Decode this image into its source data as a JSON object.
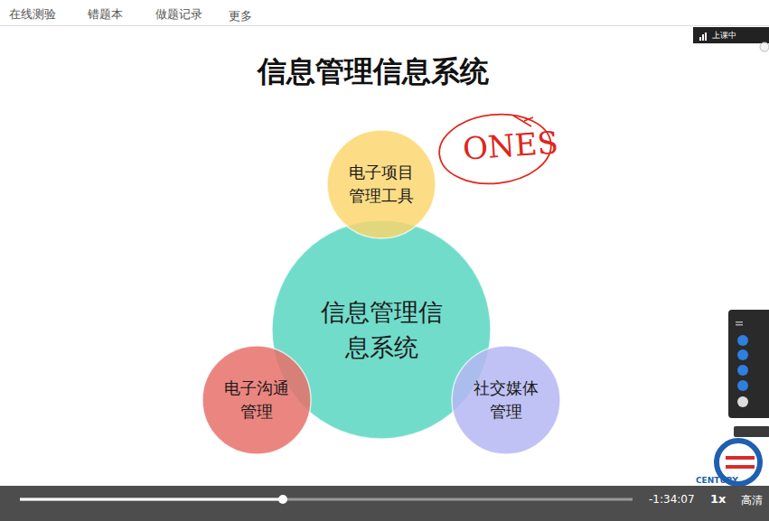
{
  "diagram": {
    "title": "信息管理信息系统",
    "nodes": [
      {
        "text": [
          "电子项目 管理工具"
        ]
      },
      {
        "text": [
          "信息管理信息系统"
        ]
      },
      {
        "text": [
          "电子沟通 管理"
        ]
      },
      {
        "text": [
          "社交媒体 管理"
        ]
      }
    ],
    "labels": [
      "在线测验",
      "错题本",
      "做题记录",
      "更多",
      "ONES",
      "上课中",
      "-1:34:07",
      "1x",
      "高清",
      "CENTURY"
    ]
  }
}
